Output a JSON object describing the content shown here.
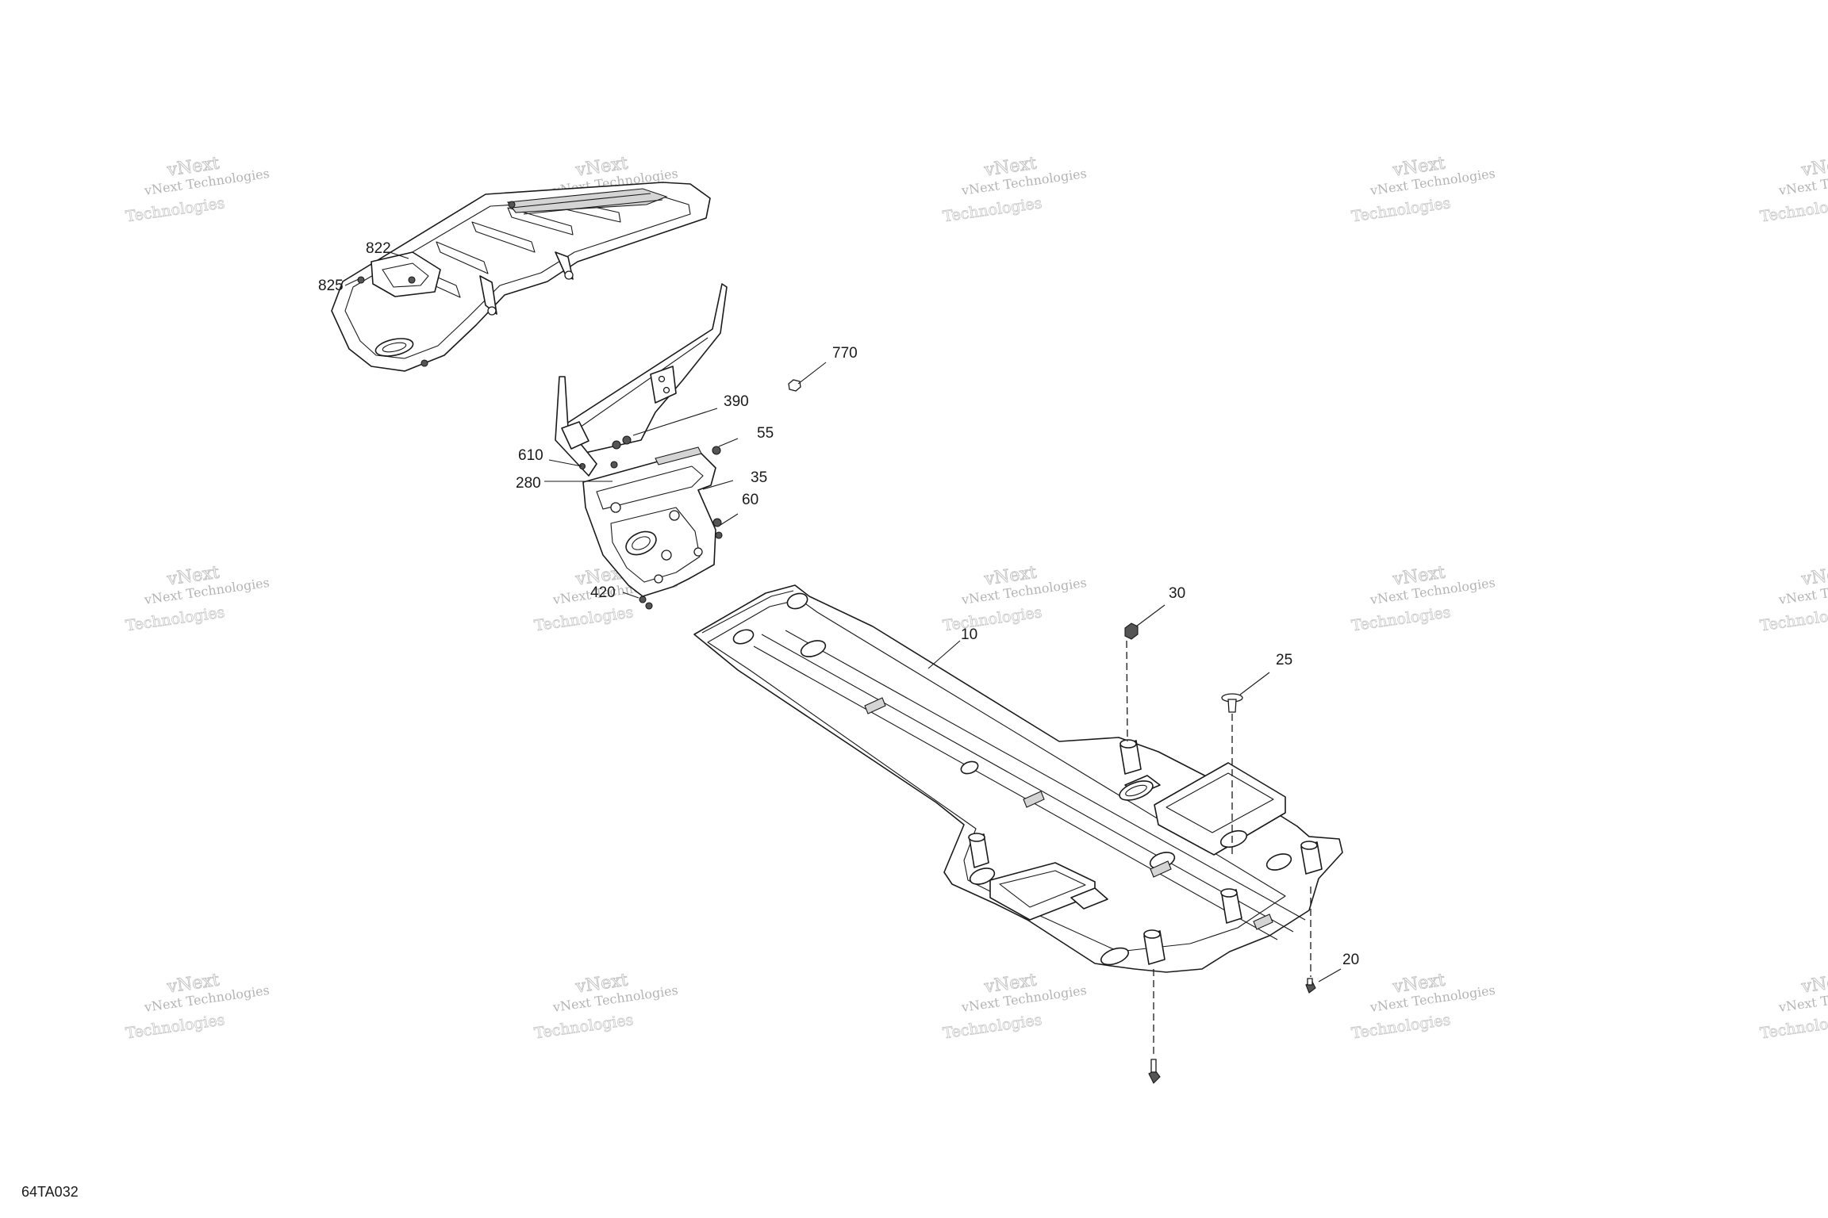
{
  "figure_id": "64TA032",
  "watermark": {
    "line1": "vNext Technologies",
    "line2": "vNext",
    "line3": "Technologies"
  },
  "callouts": {
    "c10": "10",
    "c20": "20",
    "c25": "25",
    "c30": "30",
    "c35": "35",
    "c55": "55",
    "c60": "60",
    "c280": "280",
    "c390": "390",
    "c420": "420",
    "c610": "610",
    "c770": "770",
    "c822": "822",
    "c825": "825"
  }
}
